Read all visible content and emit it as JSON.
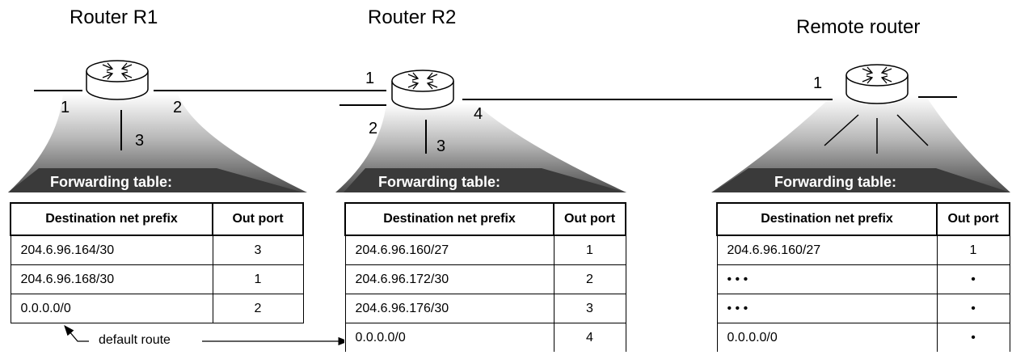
{
  "routers": [
    {
      "title": "Router R1",
      "ports": [
        "1",
        "2",
        "3"
      ]
    },
    {
      "title": "Router R2",
      "ports": [
        "1",
        "2",
        "3",
        "4"
      ]
    },
    {
      "title": "Remote router",
      "ports": [
        "1"
      ]
    }
  ],
  "tables": [
    {
      "title": "Forwarding table:",
      "headers": [
        "Destination net prefix",
        "Out port"
      ],
      "rows": [
        [
          "204.6.96.164/30",
          "3"
        ],
        [
          "204.6.96.168/30",
          "1"
        ],
        [
          "0.0.0.0/0",
          "2"
        ]
      ]
    },
    {
      "title": "Forwarding table:",
      "headers": [
        "Destination net prefix",
        "Out port"
      ],
      "rows": [
        [
          "204.6.96.160/27",
          "1"
        ],
        [
          "204.6.96.172/30",
          "2"
        ],
        [
          "204.6.96.176/30",
          "3"
        ],
        [
          "0.0.0.0/0",
          "4"
        ]
      ]
    },
    {
      "title": "Forwarding table:",
      "headers": [
        "Destination net prefix",
        "Out port"
      ],
      "rows": [
        [
          "204.6.96.160/27",
          "1"
        ],
        [
          "• • •",
          "•"
        ],
        [
          "• • •",
          "•"
        ],
        [
          "0.0.0.0/0",
          "•"
        ]
      ]
    }
  ],
  "annotation": {
    "default_route": "default route"
  }
}
